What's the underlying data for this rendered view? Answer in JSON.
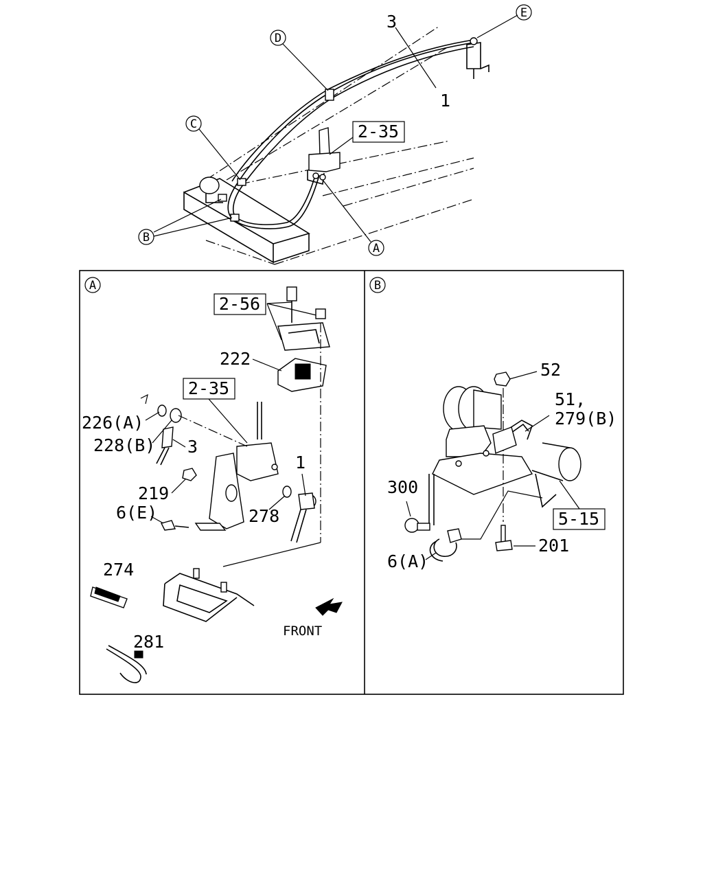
{
  "overview": {
    "callouts": {
      "e": "E",
      "d": "D",
      "c": "C",
      "b": "B",
      "a": "A"
    },
    "labels": {
      "cable_3": "3",
      "cable_1": "1",
      "ref_2_35": "2-35"
    }
  },
  "detail_a": {
    "panel_marker": "A",
    "labels": {
      "ref_2_56": "2-56",
      "p222": "222",
      "ref_2_35": "2-35",
      "p226a": "226(A)",
      "p228b": "228(B)",
      "p3": "3",
      "p219": "219",
      "p6e": "6(E)",
      "p278": "278",
      "p1": "1",
      "p274": "274",
      "p281": "281",
      "front": "FRONT"
    }
  },
  "detail_b": {
    "panel_marker": "B",
    "labels": {
      "p52": "52",
      "p51": "51,",
      "p279b": "279(B)",
      "p300": "300",
      "ref_5_15": "5-15",
      "p201": "201",
      "p6a": "6(A)"
    }
  }
}
